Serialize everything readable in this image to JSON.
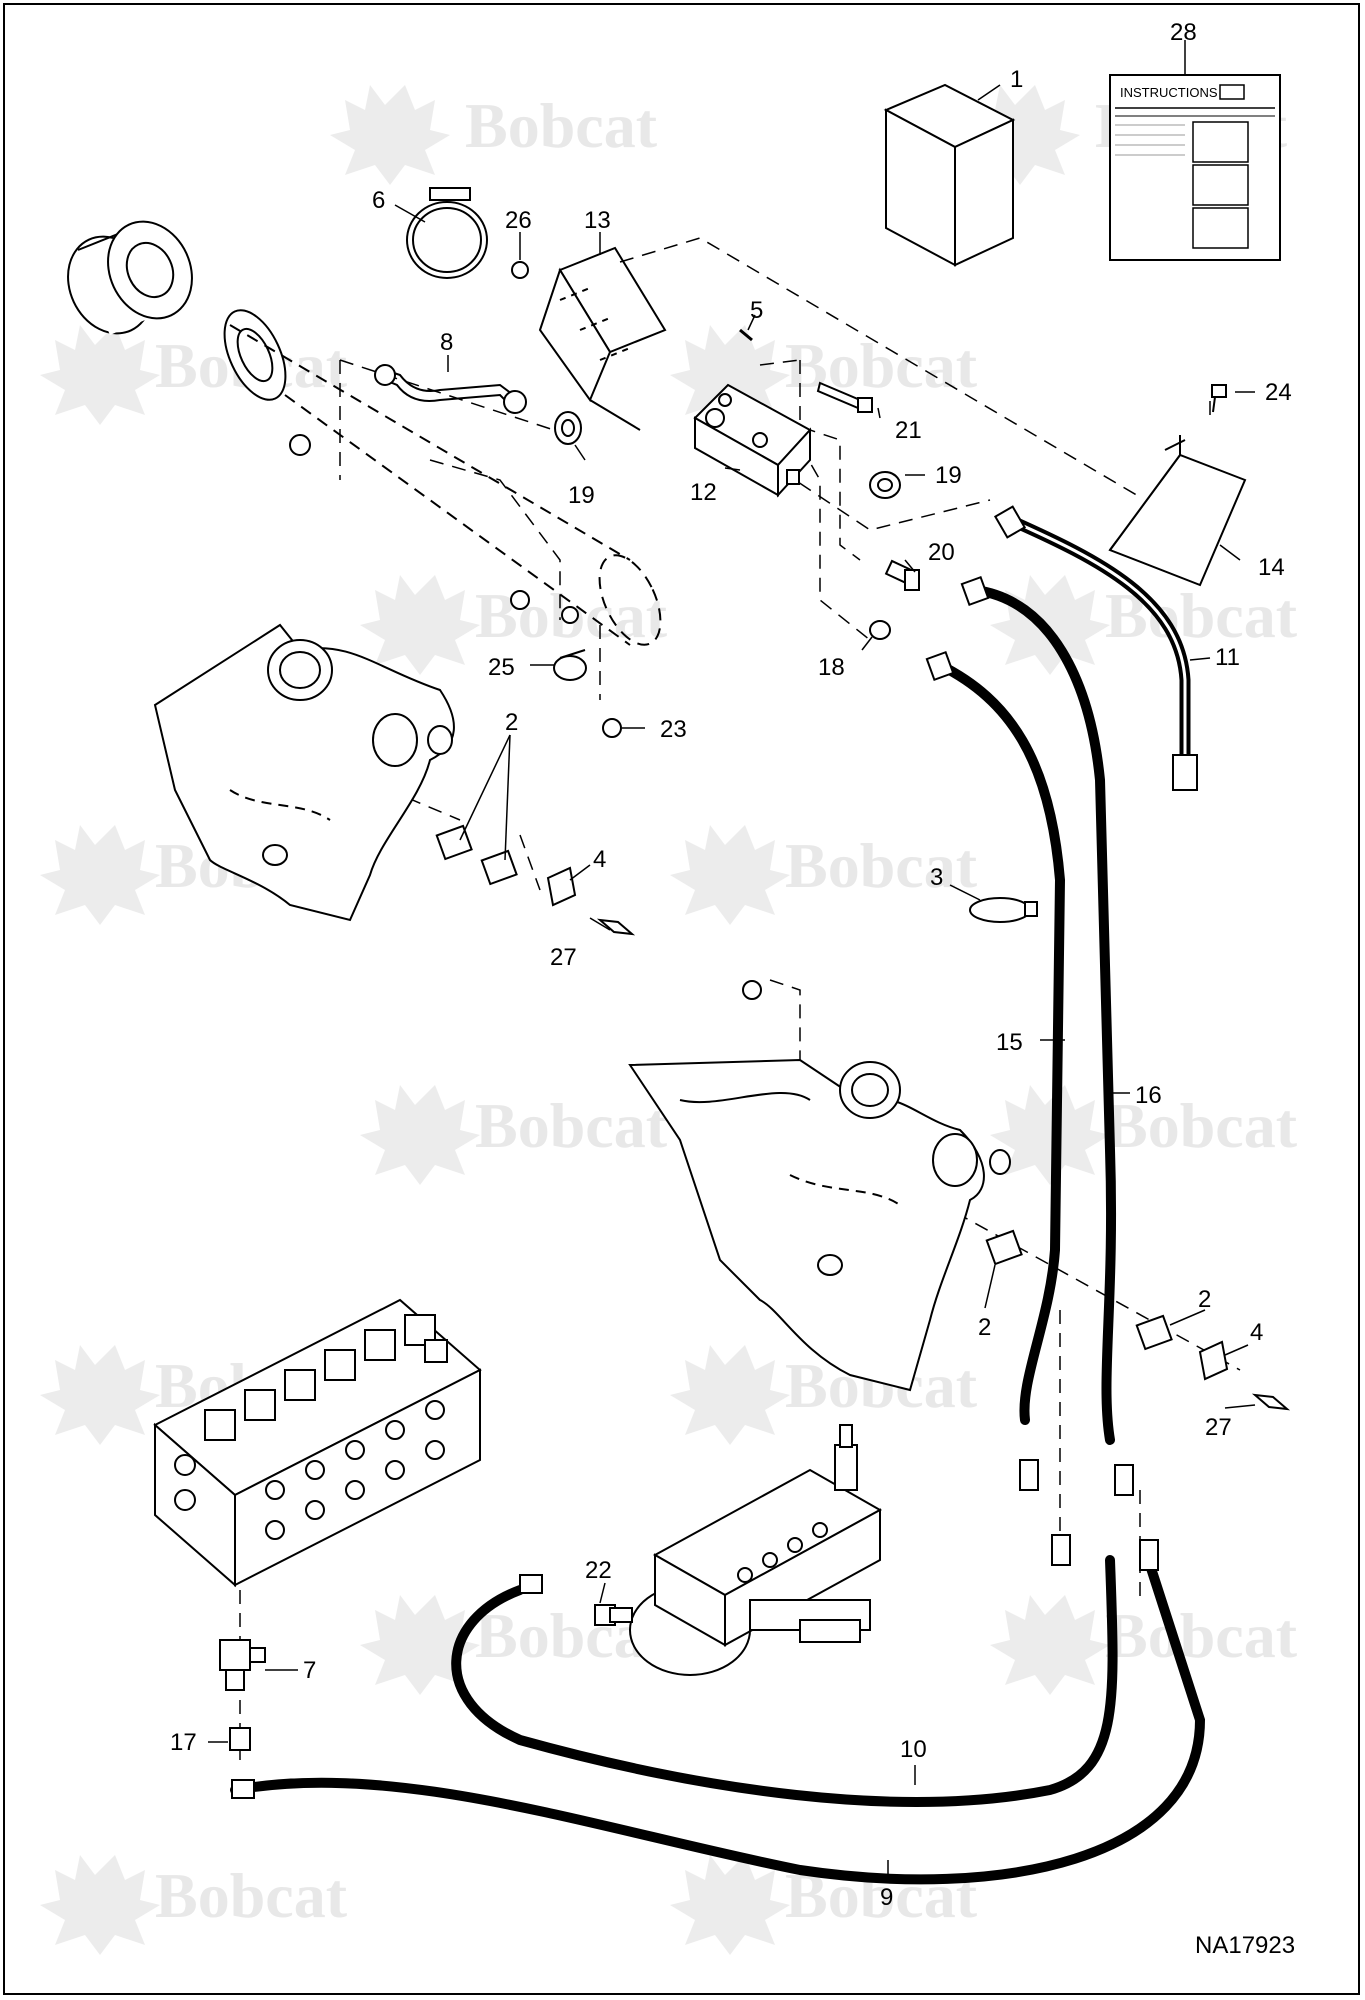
{
  "watermark": {
    "text": "Bobcat",
    "color": "#e6e6e6"
  },
  "instructions_sheet": {
    "title": "INSTRUCTIONS"
  },
  "drawing_ref": "NA17923",
  "callouts": [
    {
      "id": "c1",
      "text": "1"
    },
    {
      "id": "c28",
      "text": "28"
    },
    {
      "id": "c6",
      "text": "6"
    },
    {
      "id": "c26",
      "text": "26"
    },
    {
      "id": "c13",
      "text": "13"
    },
    {
      "id": "c5",
      "text": "5"
    },
    {
      "id": "c8",
      "text": "8"
    },
    {
      "id": "c21",
      "text": "21"
    },
    {
      "id": "c24",
      "text": "24"
    },
    {
      "id": "c19a",
      "text": "19"
    },
    {
      "id": "c12",
      "text": "12"
    },
    {
      "id": "c19b",
      "text": "19"
    },
    {
      "id": "c14",
      "text": "14"
    },
    {
      "id": "c20",
      "text": "20"
    },
    {
      "id": "c18",
      "text": "18"
    },
    {
      "id": "c11",
      "text": "11"
    },
    {
      "id": "c25",
      "text": "25"
    },
    {
      "id": "c23",
      "text": "23"
    },
    {
      "id": "c2a",
      "text": "2"
    },
    {
      "id": "c4a",
      "text": "4"
    },
    {
      "id": "c27a",
      "text": "27"
    },
    {
      "id": "c3",
      "text": "3"
    },
    {
      "id": "c15",
      "text": "15"
    },
    {
      "id": "c16",
      "text": "16"
    },
    {
      "id": "c2b",
      "text": "2"
    },
    {
      "id": "c2c",
      "text": "2"
    },
    {
      "id": "c4b",
      "text": "4"
    },
    {
      "id": "c27b",
      "text": "27"
    },
    {
      "id": "c22",
      "text": "22"
    },
    {
      "id": "c7",
      "text": "7"
    },
    {
      "id": "c17",
      "text": "17"
    },
    {
      "id": "c10",
      "text": "10"
    },
    {
      "id": "c9",
      "text": "9"
    }
  ]
}
